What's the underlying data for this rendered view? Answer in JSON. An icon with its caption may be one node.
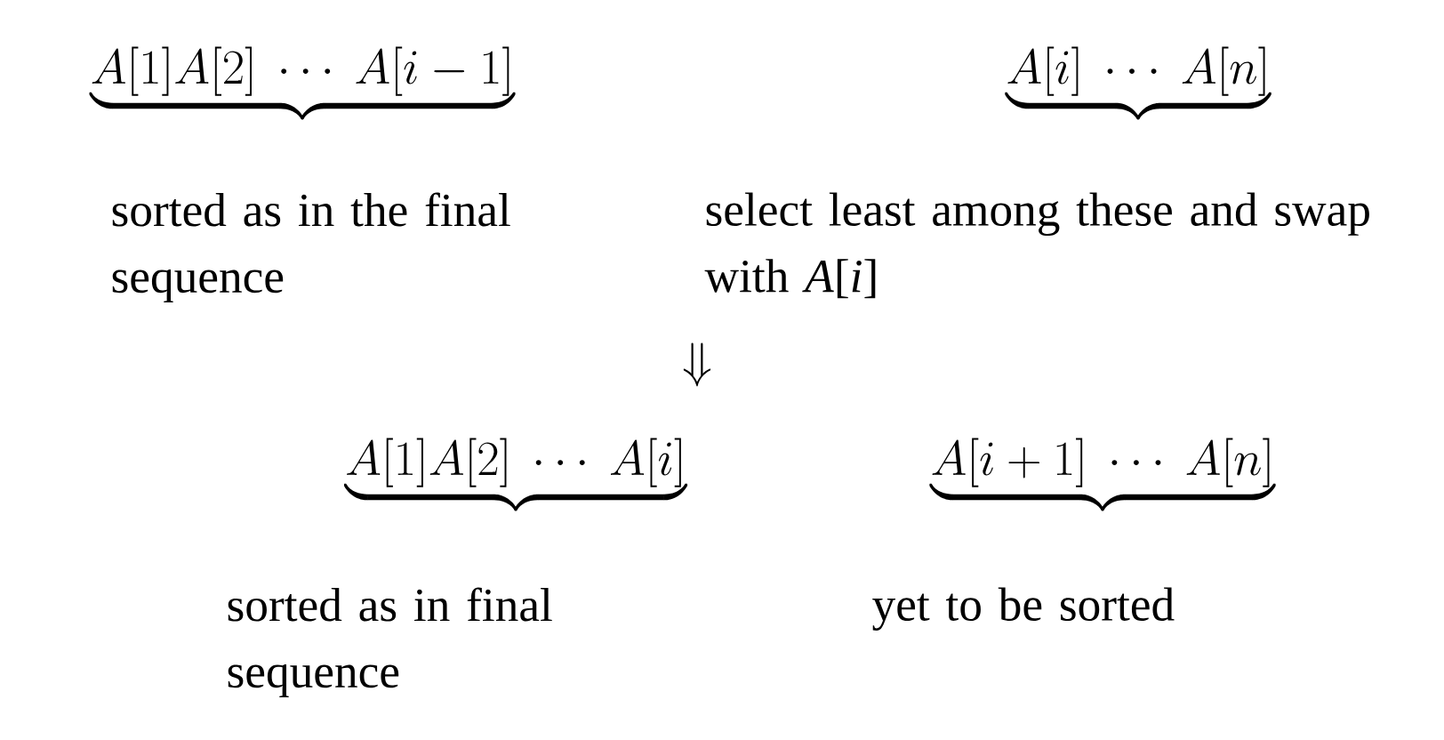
{
  "diagram": {
    "nodes": [
      {
        "text": [
          "\\underbrace{A[1]A[2]\\ \\cdots\\ A[i-1]}",
          "sorted as in the final sequence"
        ]
      },
      {
        "text": [
          "\\underbrace{A[i]\\ \\cdots\\ A[n]}",
          "select least among these and swap with  *A*[*i*]"
        ]
      },
      {
        "text": [
          "\\underbrace{A[1]A[2]\\ \\cdots\\ A[i]}",
          "sorted as in final sequence"
        ]
      },
      {
        "text": [
          "\\underbrace{A[i+1]\\ \\cdots\\ A[n]}",
          "yet to be sorted"
        ]
      }
    ],
    "labels": [
      "\\Downarrow"
    ]
  }
}
